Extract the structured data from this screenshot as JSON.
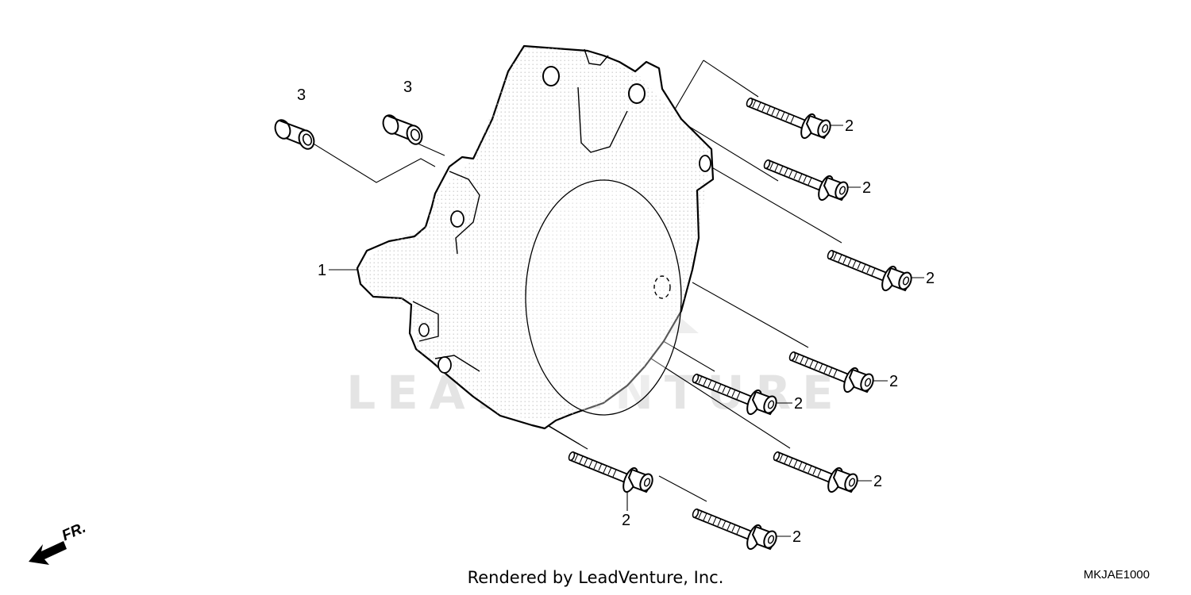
{
  "watermark": {
    "text": "LEADVENTURE"
  },
  "callouts": {
    "cover": "1",
    "bolt": "2",
    "dowel": "3"
  },
  "direction": {
    "label": "FR."
  },
  "footer": {
    "credit": "Rendered by LeadVenture, Inc.",
    "code": "MKJAE1000"
  }
}
